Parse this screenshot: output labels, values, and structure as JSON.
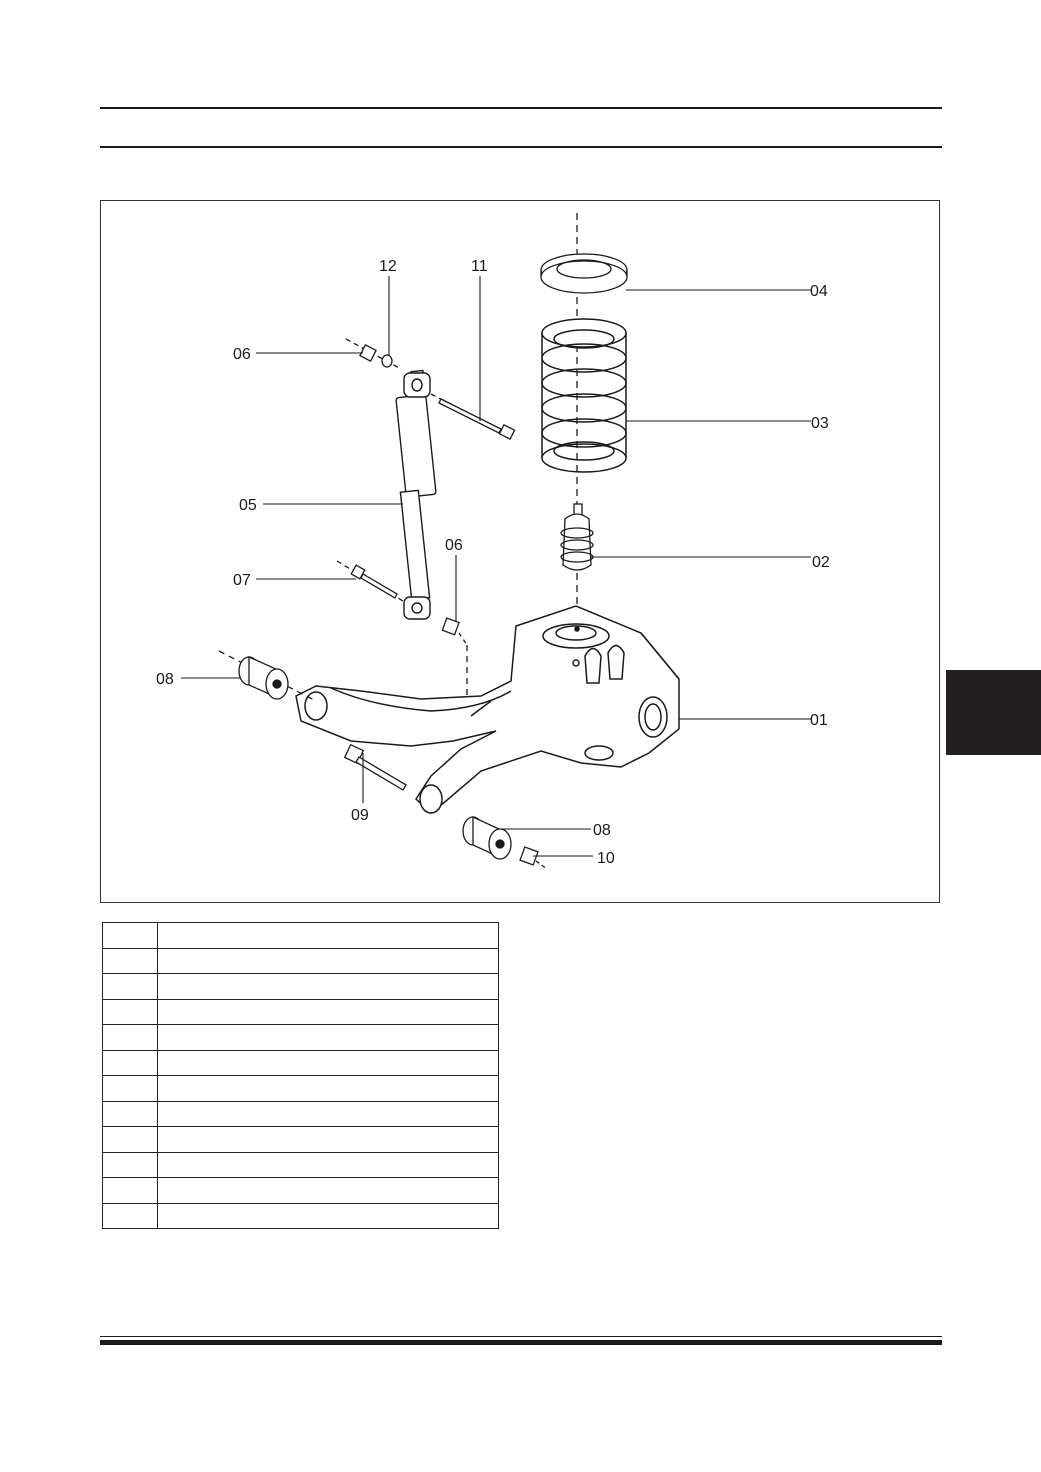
{
  "figure": {
    "callouts": [
      {
        "id": "c01",
        "label": "01"
      },
      {
        "id": "c02",
        "label": "02"
      },
      {
        "id": "c03",
        "label": "03"
      },
      {
        "id": "c04",
        "label": "04"
      },
      {
        "id": "c05",
        "label": "05"
      },
      {
        "id": "c06a",
        "label": "06"
      },
      {
        "id": "c06b",
        "label": "06"
      },
      {
        "id": "c07",
        "label": "07"
      },
      {
        "id": "c08a",
        "label": "08"
      },
      {
        "id": "c08b",
        "label": "08"
      },
      {
        "id": "c09",
        "label": "09"
      },
      {
        "id": "c10",
        "label": "10"
      },
      {
        "id": "c11",
        "label": "11"
      },
      {
        "id": "c12",
        "label": "12"
      }
    ]
  },
  "parts_table": {
    "rows": [
      {
        "num": "",
        "name": ""
      },
      {
        "num": "",
        "name": ""
      },
      {
        "num": "",
        "name": ""
      },
      {
        "num": "",
        "name": ""
      },
      {
        "num": "",
        "name": ""
      },
      {
        "num": "",
        "name": ""
      },
      {
        "num": "",
        "name": ""
      },
      {
        "num": "",
        "name": ""
      },
      {
        "num": "",
        "name": ""
      },
      {
        "num": "",
        "name": ""
      },
      {
        "num": "",
        "name": ""
      },
      {
        "num": "",
        "name": ""
      }
    ]
  },
  "colors": {
    "ink": "#1a1a1a",
    "tab": "#231f20"
  }
}
